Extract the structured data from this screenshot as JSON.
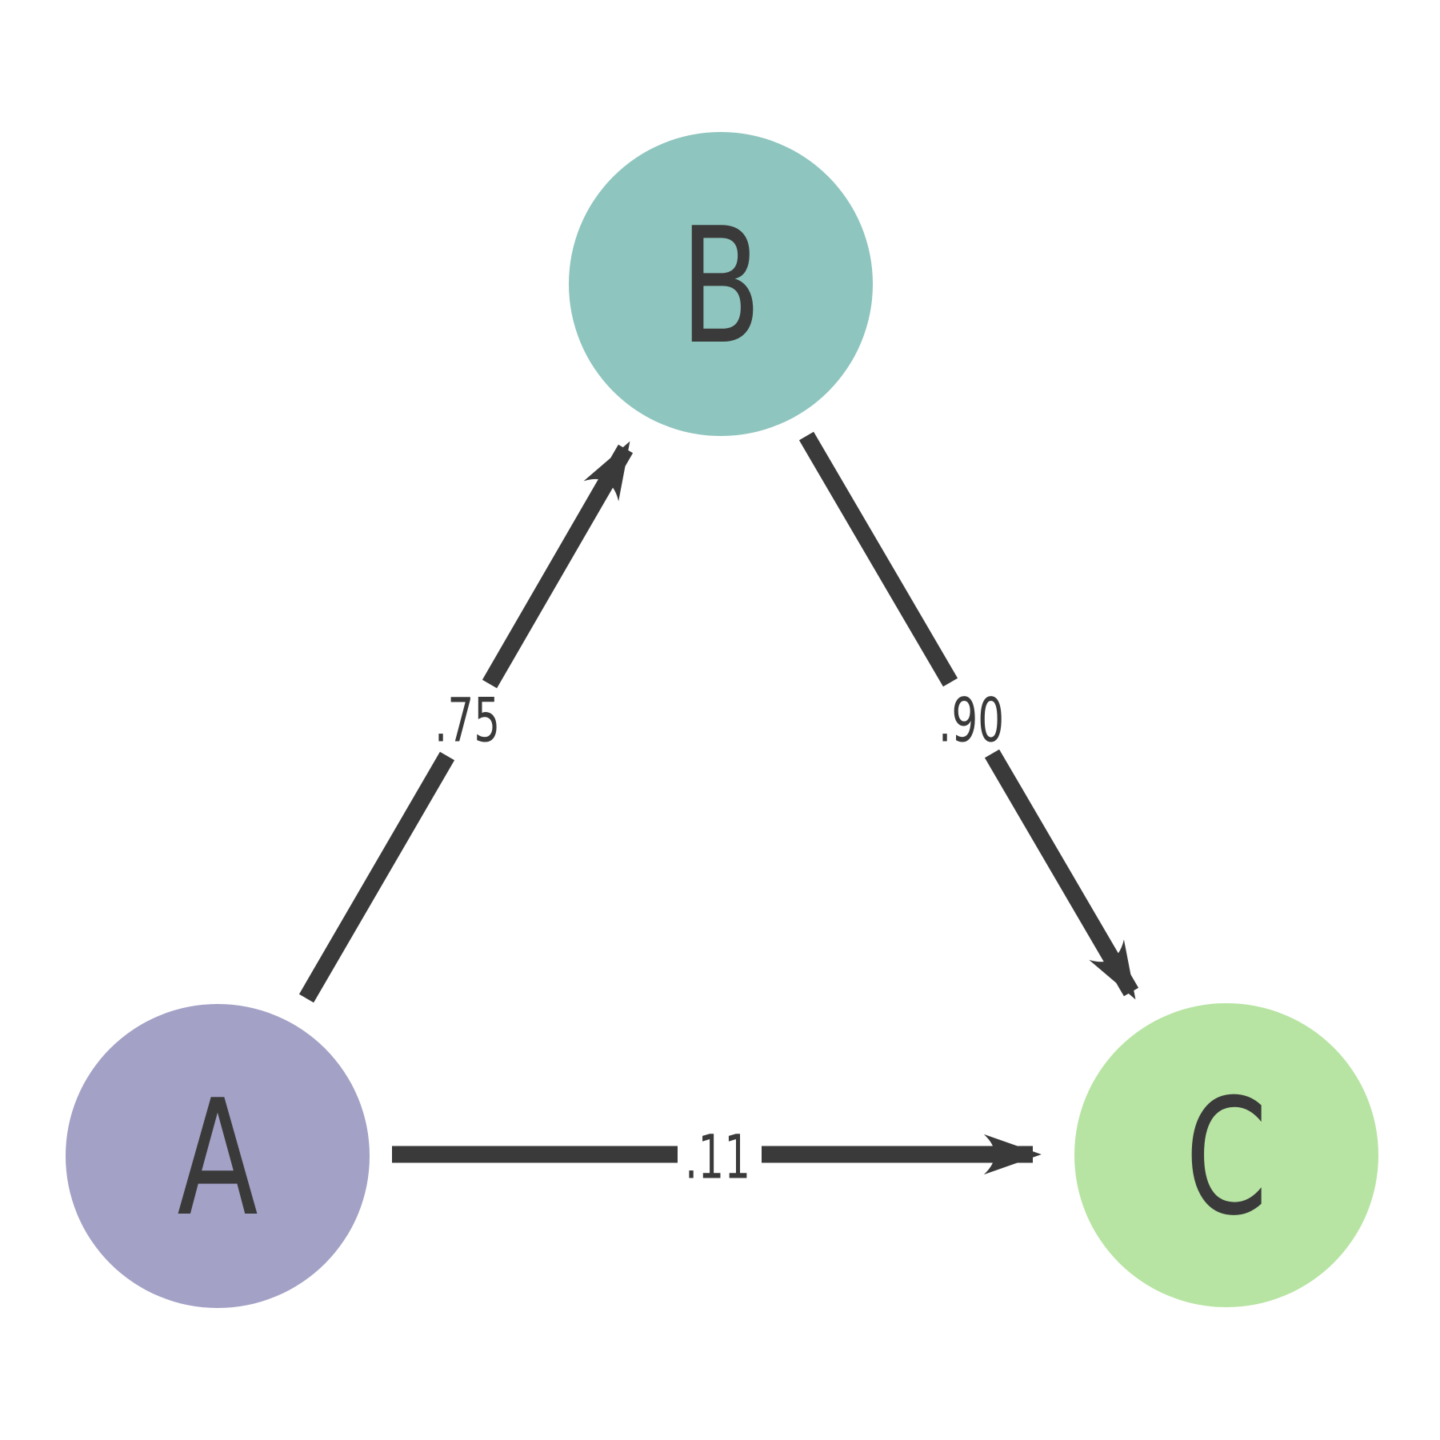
{
  "diagram": {
    "type": "directed-graph",
    "background_color": "#ffffff",
    "edge_color": "#3a3a3a",
    "text_color": "#3a3a3a",
    "nodes": [
      {
        "id": "A",
        "label": "A",
        "color": "#a3a1c5",
        "position": "bottom-left"
      },
      {
        "id": "B",
        "label": "B",
        "color": "#8fc5bf",
        "position": "top-center"
      },
      {
        "id": "C",
        "label": "C",
        "color": "#b7e4a2",
        "position": "bottom-right"
      }
    ],
    "edges": [
      {
        "from": "A",
        "to": "B",
        "label": ".75"
      },
      {
        "from": "B",
        "to": "C",
        "label": ".90"
      },
      {
        "from": "A",
        "to": "C",
        "label": ".11"
      }
    ]
  }
}
